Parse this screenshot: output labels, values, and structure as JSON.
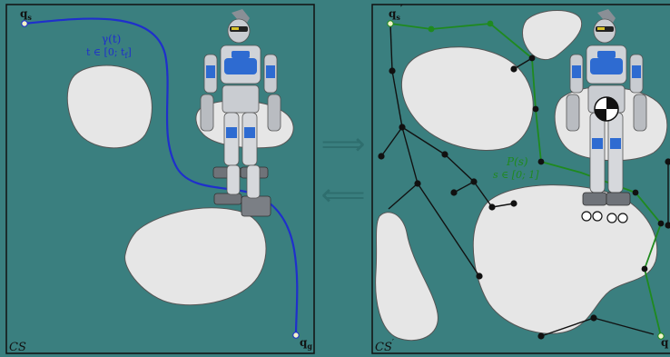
{
  "colors": {
    "background": "#3a7f7f",
    "obstacle": "#e6e6e6",
    "obstacle_stroke": "#555555",
    "frame": "#111111",
    "path_blue": "#1f2fcc",
    "path_green": "#1f8a1f",
    "graph_edge": "#111111",
    "node": "#111111",
    "endpoint": "#f3f3c8",
    "arrow": "#2e6e6e"
  },
  "left_panel": {
    "start_label": "q",
    "start_sub": "s",
    "goal_label": "q",
    "goal_sub": "g",
    "curve_label_1": "γ(t)",
    "curve_label_2": "t ∈ [0; t",
    "curve_label_2_sub": "f",
    "curve_label_2_end": "]",
    "space_label": "CS"
  },
  "right_panel": {
    "start_label": "q",
    "start_sub": "s",
    "start_prime": "′",
    "goal_label": "q",
    "path_label_1": "P(s)",
    "path_label_2": "s ∈ [0; 1]",
    "space_label": "CS",
    "space_prime": "′"
  },
  "arrows": {
    "right": "⟹",
    "left": "⟸"
  },
  "icons": [
    "humanoid-robot-icon",
    "center-of-mass-icon"
  ]
}
